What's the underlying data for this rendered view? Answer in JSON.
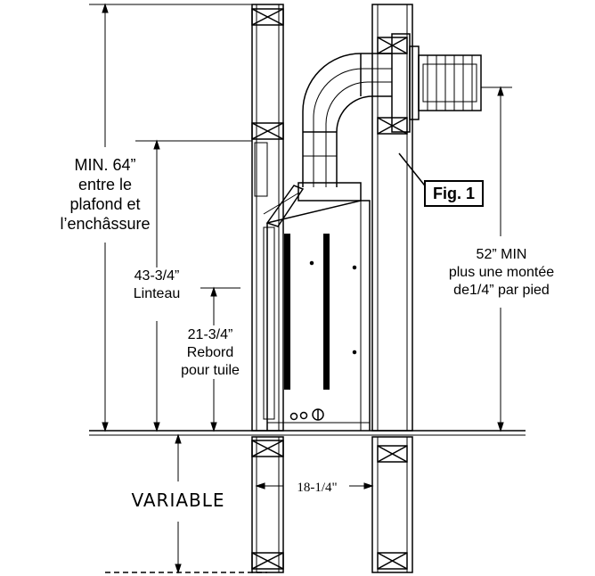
{
  "labels": {
    "min_clearance": [
      "MIN. 64”",
      "entre le",
      "plafond et",
      "l’enchâssure"
    ],
    "lintel": [
      "43-3/4”",
      "Linteau"
    ],
    "tile_ledge": [
      "21-3/4”",
      "Rebord",
      "pour tuile"
    ],
    "vent_height": [
      "52” MIN",
      "plus une montée",
      "de1/4” par pied"
    ],
    "width": "18-1/4\"",
    "variable": "VARIABLE",
    "figure": "Fig. 1"
  },
  "colors": {
    "line": "#000000",
    "background": "#ffffff"
  }
}
